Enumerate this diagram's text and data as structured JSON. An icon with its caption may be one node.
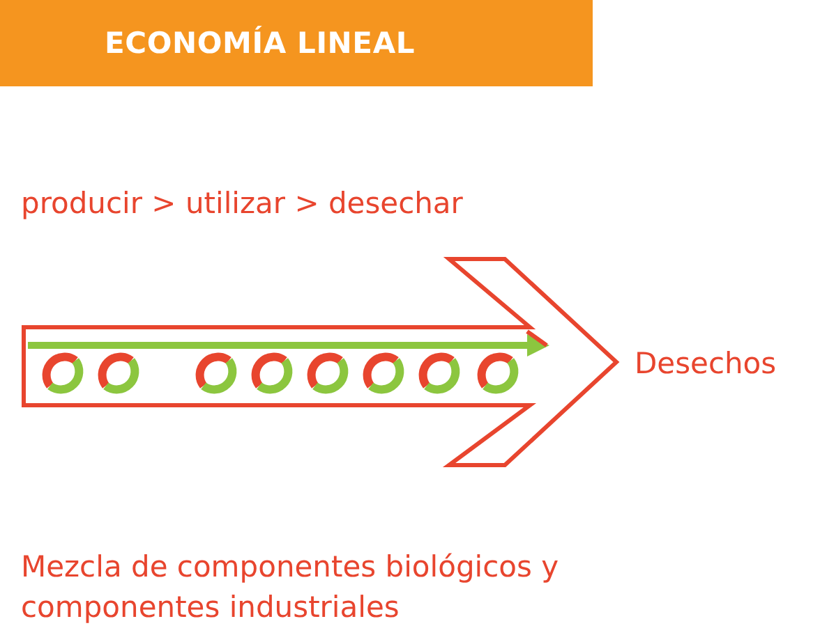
{
  "diagram": {
    "title": "ECONOMÍA LINEAL",
    "labels": [
      "producir > utilizar > desechar",
      "Desechos",
      "Mezcla de componentes biológicos y componentes industriales"
    ]
  }
}
